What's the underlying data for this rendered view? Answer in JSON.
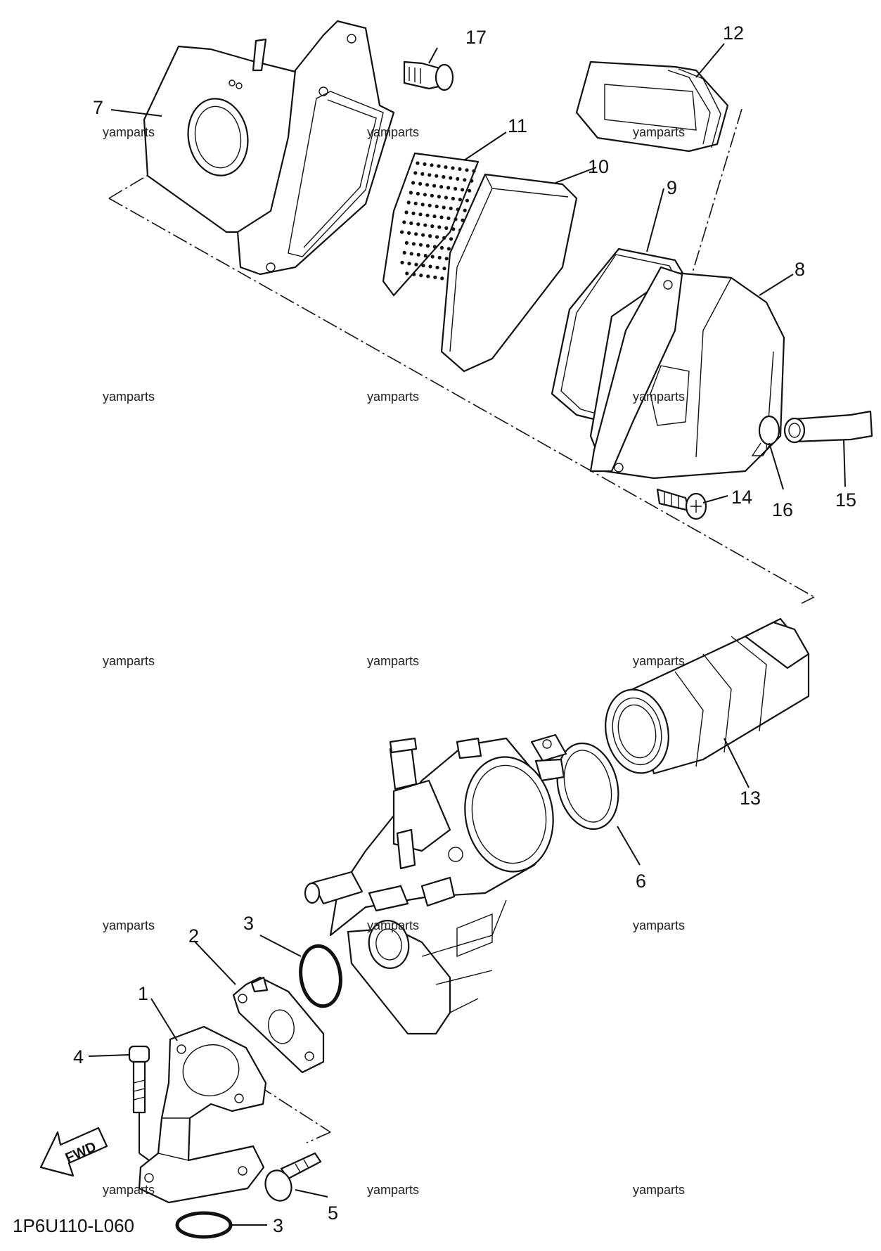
{
  "diagram": {
    "drawing_code": "1P6U110-L060",
    "direction_label": "FWD",
    "watermark": "yamparts",
    "callouts": [
      "1",
      "2",
      "3",
      "3",
      "4",
      "5",
      "6",
      "7",
      "8",
      "9",
      "10",
      "11",
      "12",
      "13",
      "14",
      "15",
      "16",
      "17"
    ],
    "parts": [
      {
        "num": "1",
        "icon": "intake-manifold-icon"
      },
      {
        "num": "2",
        "icon": "insulator-gasket-icon"
      },
      {
        "num": "3",
        "icon": "o-ring-icon"
      },
      {
        "num": "4",
        "icon": "socket-bolt-icon"
      },
      {
        "num": "5",
        "icon": "socket-bolt-icon"
      },
      {
        "num": "6",
        "icon": "hose-clamp-icon"
      },
      {
        "num": "7",
        "icon": "air-box-case-icon"
      },
      {
        "num": "8",
        "icon": "air-box-cap-icon"
      },
      {
        "num": "9",
        "icon": "cap-gasket-icon"
      },
      {
        "num": "10",
        "icon": "filter-element-icon"
      },
      {
        "num": "11",
        "icon": "filter-screen-icon"
      },
      {
        "num": "12",
        "icon": "air-duct-icon"
      },
      {
        "num": "13",
        "icon": "carburetor-joint-icon"
      },
      {
        "num": "14",
        "icon": "screw-icon"
      },
      {
        "num": "15",
        "icon": "drain-hose-icon"
      },
      {
        "num": "16",
        "icon": "hose-clip-icon"
      },
      {
        "num": "17",
        "icon": "flange-bolt-icon"
      }
    ],
    "carburetor_icon": "carburetor-assembly-icon",
    "arrow_icon": "forward-arrow-icon"
  }
}
